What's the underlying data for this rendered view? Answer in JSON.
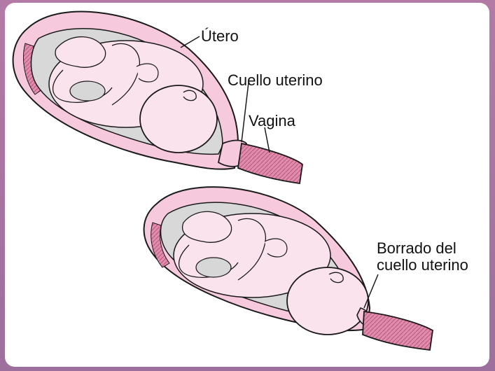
{
  "labels": {
    "utero": "Útero",
    "cuello": "Cuello uterino",
    "vagina": "Vagina",
    "borrado_line1": "Borrado del",
    "borrado_line2": "cuello uterino"
  },
  "colors": {
    "uterus_wall": "#f6c9dd",
    "uterus_muscle": "#d9809f",
    "fluid": "#d8d8d8",
    "fetus_skin": "#fbe3ee",
    "outline": "#1a1a1a",
    "frame_bg": "#a77aa2"
  }
}
